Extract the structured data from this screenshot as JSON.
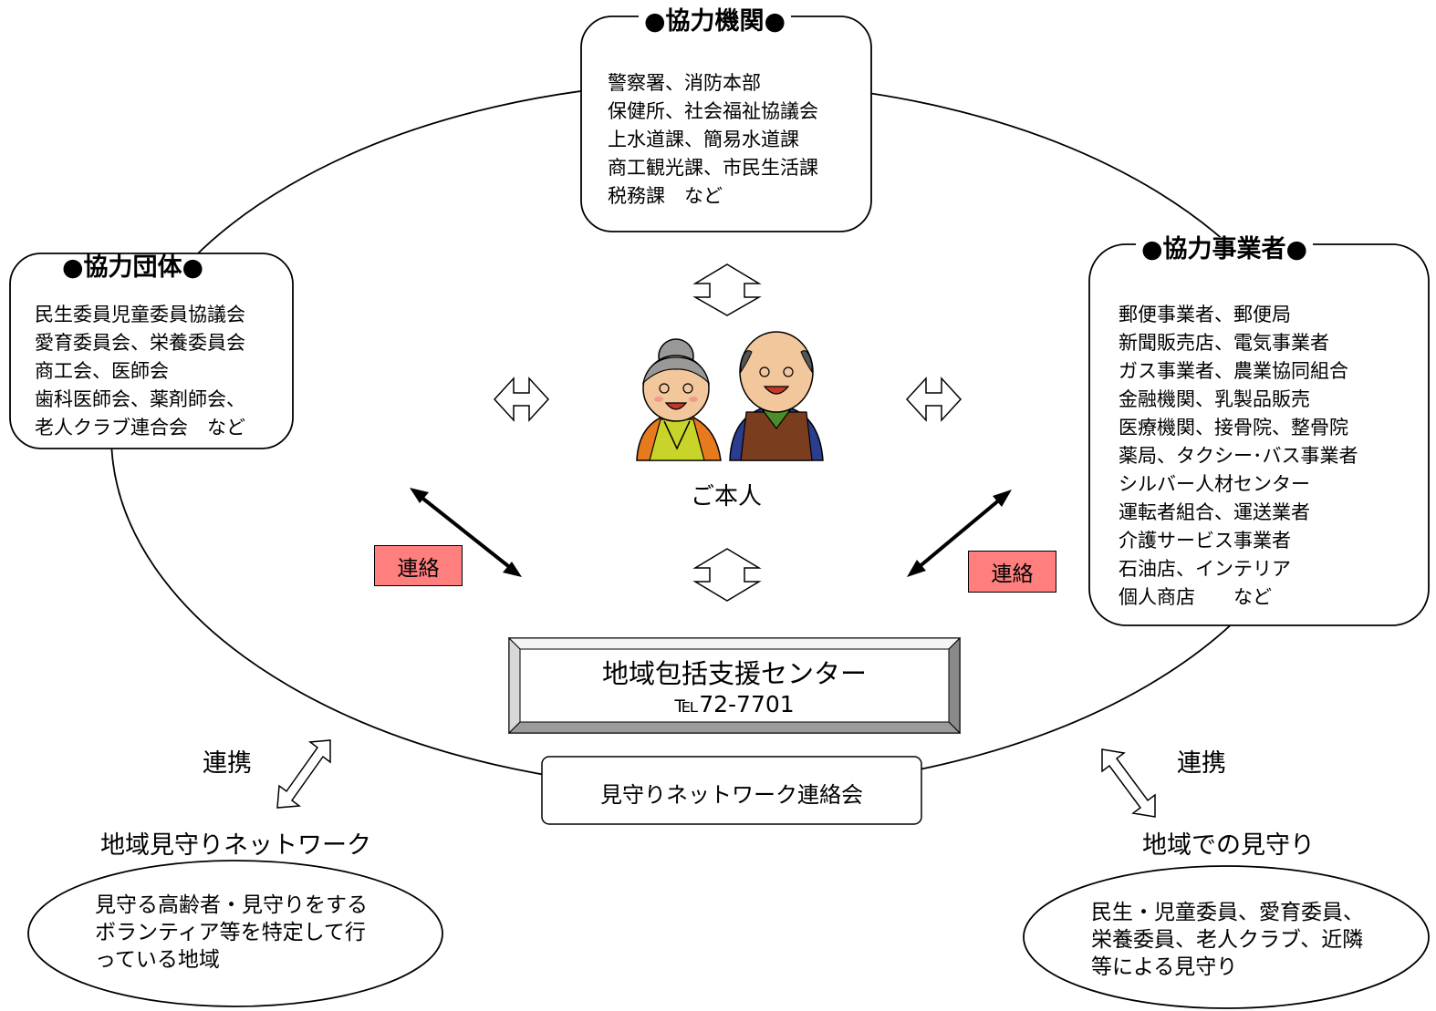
{
  "kyoryoku_kikan": {
    "title": "●協力機関●",
    "items": [
      "警察署、消防本部",
      "保健所、社会福祉協議会",
      "上水道課、簡易水道課",
      "商工観光課、市民生活課",
      "税務課　など"
    ]
  },
  "kyoryoku_dantai": {
    "title": "●協力団体●",
    "items": [
      "民生委員児童委員協議会",
      "愛育委員会、栄養委員会",
      "商工会、医師会",
      "歯科医師会、薬剤師会、",
      "老人クラブ連合会　など"
    ]
  },
  "kyoryoku_jigyosha": {
    "title": "●協力事業者●",
    "items": [
      "郵便事業者、郵便局",
      "新聞販売店、電気事業者",
      "ガス事業者、農業協同組合",
      "金融機関、乳製品販売",
      "医療機関、接骨院、整骨院",
      "薬局、タクシー･バス事業者",
      "シルバー人材センター",
      "運転者組合、運送業者",
      "介護サービス事業者",
      "石油店、インテリア",
      "個人商店　　など"
    ]
  },
  "gohonnin": "ご本人",
  "renraku_left": "連絡",
  "renraku_right": "連絡",
  "center": {
    "name": "地域包括支援センター",
    "tel": "℡72-7701"
  },
  "mimamori_renrakukai": "見守りネットワーク連絡会",
  "renkei_left": "連携",
  "renkei_right": "連携",
  "chiiki_network": {
    "title": "地域見守りネットワーク",
    "lines": [
      "見守る高齢者・見守りをする",
      "ボランティア等を特定して行",
      "っている地域"
    ]
  },
  "chiiki_mimamori": {
    "title": "地域での見守り",
    "lines": [
      "民生・児童委員、愛育委員、",
      "栄養委員、老人クラブ、近隣",
      "等による見守り"
    ]
  },
  "colors": {
    "renraku_tag": "#ff7f7f",
    "line": "#000000"
  }
}
